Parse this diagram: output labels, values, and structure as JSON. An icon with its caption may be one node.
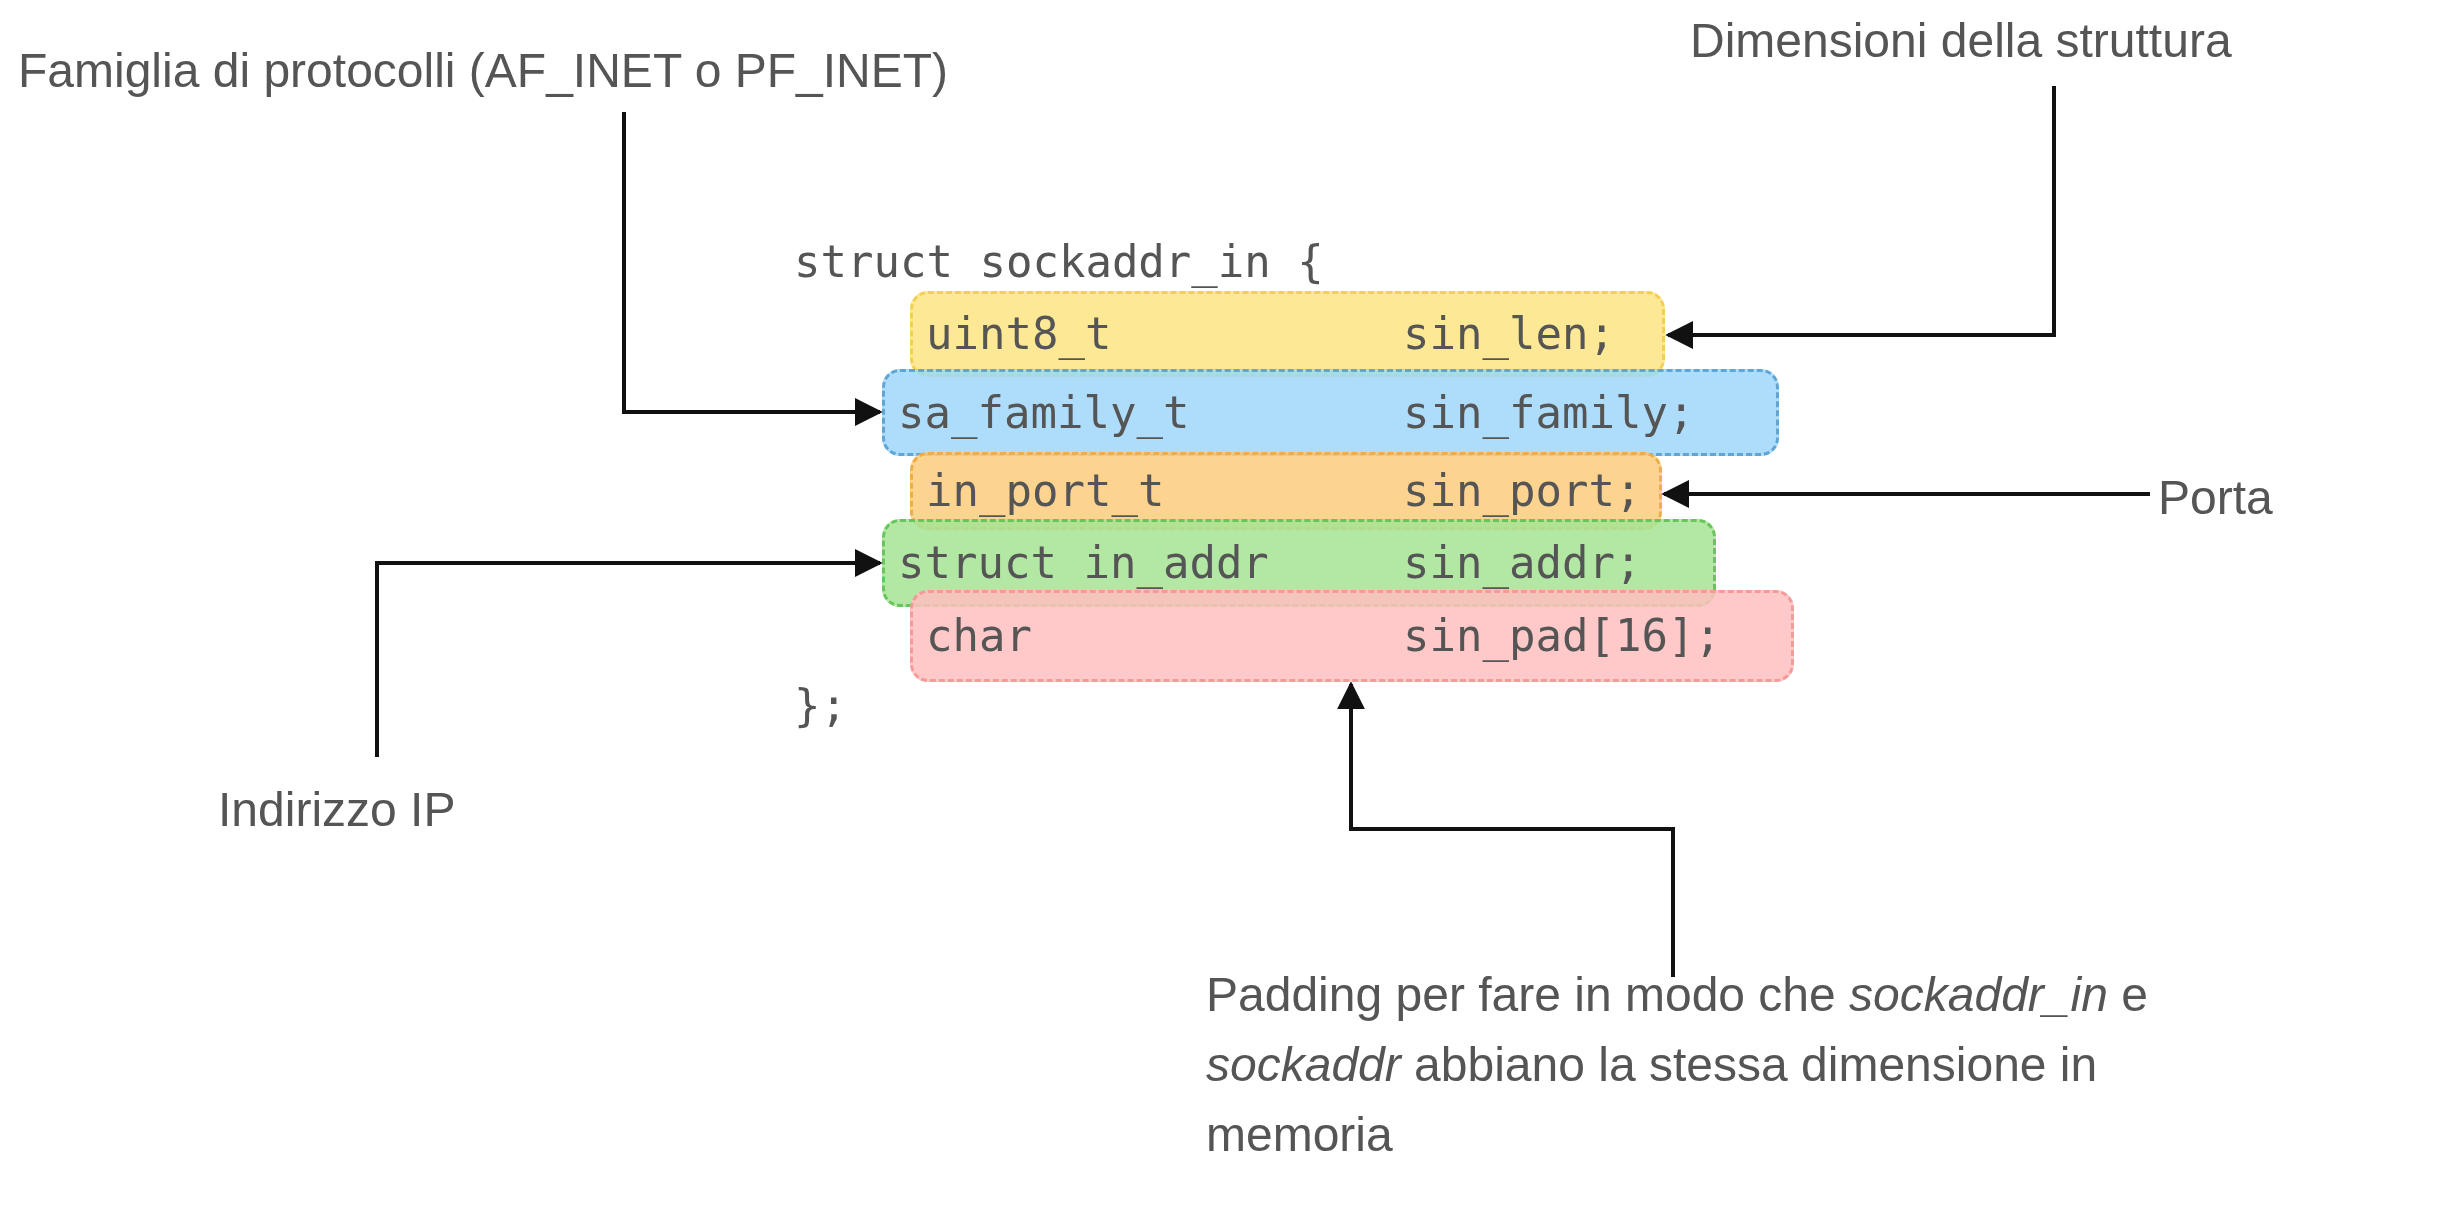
{
  "diagram": {
    "nodes": [
      {
        "text": [
          "Famiglia di protocolli (AF_INET o PF_INET)"
        ]
      },
      {
        "text": [
          "Dimensioni della struttura"
        ]
      },
      {
        "text": [
          "uint8_t",
          "sin_len;"
        ]
      },
      {
        "text": [
          "sa_family_t",
          "sin_family;"
        ]
      },
      {
        "text": [
          "in_port_t",
          "sin_port;"
        ]
      },
      {
        "text": [
          "Porta"
        ]
      },
      {
        "text": [
          "struct in_addr",
          "sin_addr;"
        ]
      },
      {
        "text": [
          "char",
          "sin_pad[16];"
        ]
      },
      {
        "text": [
          "Indirizzo IP"
        ]
      },
      {
        "text": [
          "Padding per fare in modo che *sockaddr_in* e *sockaddr* abbiano la stessa dimensione in memoria"
        ]
      }
    ],
    "edges": [
      {
        "from": 1,
        "to": 2,
        "arrow": "to"
      },
      {
        "from": 0,
        "to": 3,
        "arrow": "to"
      },
      {
        "from": 5,
        "to": 4,
        "arrow": "to"
      },
      {
        "from": 8,
        "to": 6,
        "arrow": "to"
      },
      {
        "from": 9,
        "to": 7,
        "arrow": "to"
      }
    ],
    "labels": [
      "struct sockaddr_in {",
      "};"
    ]
  }
}
